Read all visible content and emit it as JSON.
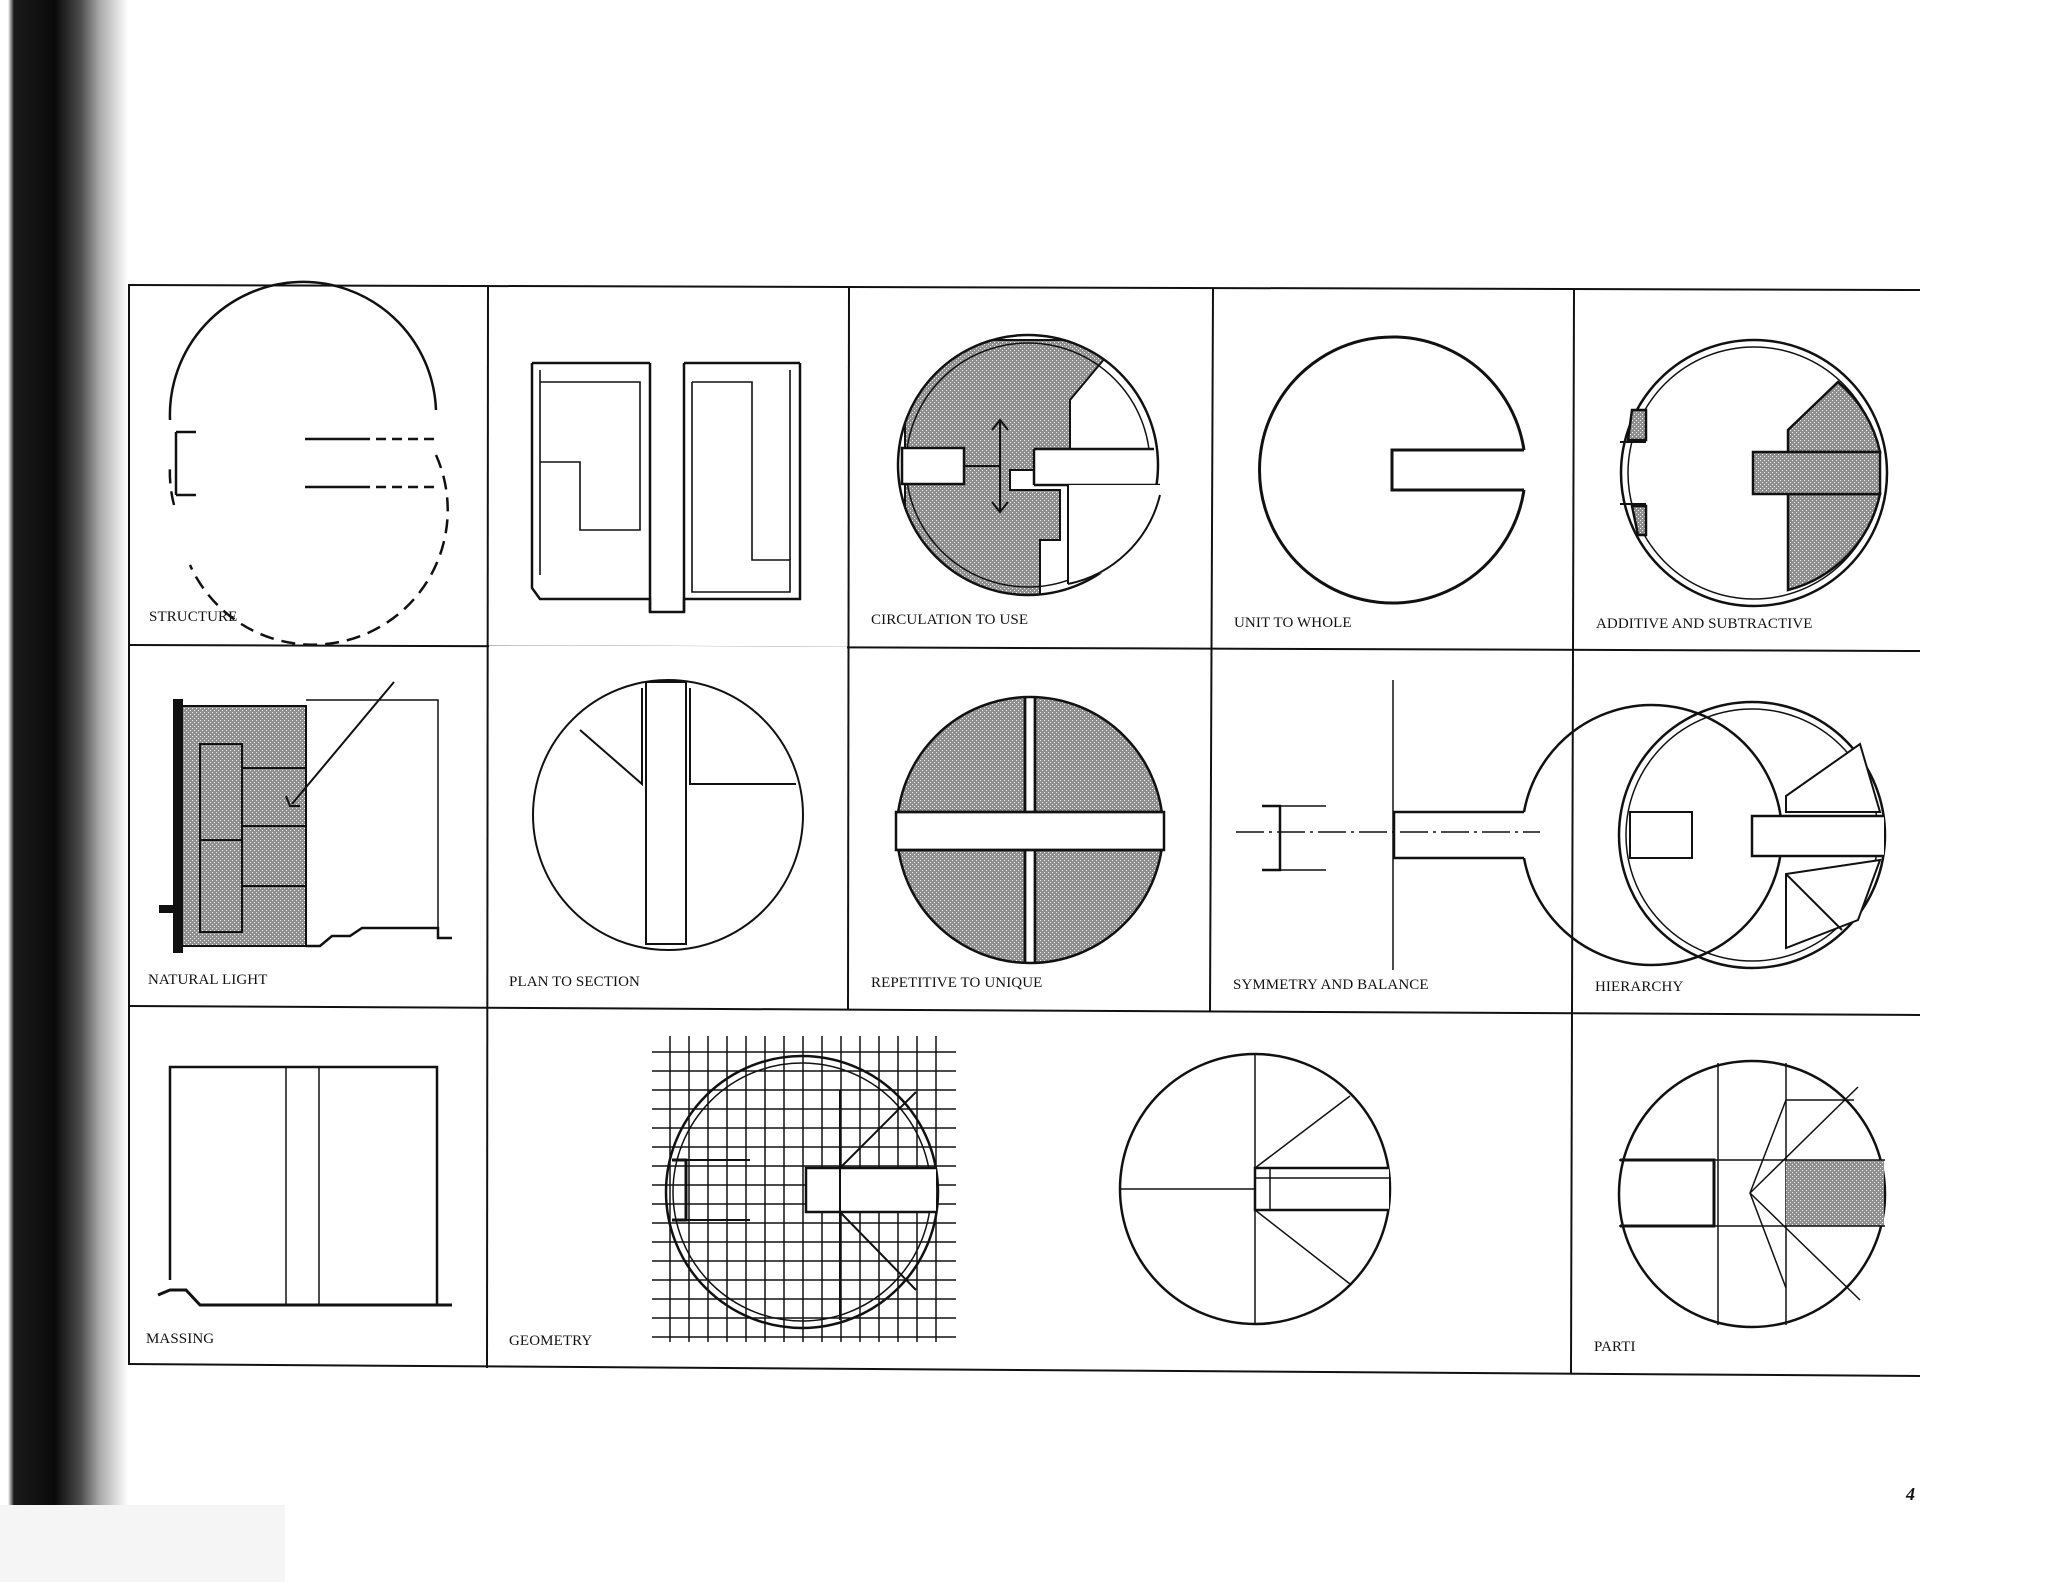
{
  "labels": {
    "structure": "STRUCTURE",
    "plan_to_section": "PLAN TO SECTION",
    "circulation_to_use": "CIRCULATION TO USE",
    "unit_to_whole": "UNIT TO WHOLE",
    "additive_and_subtractive": "ADDITIVE AND SUBTRACTIVE",
    "natural_light": "NATURAL LIGHT",
    "repetitive_to_unique": "REPETITIVE TO UNIQUE",
    "symmetry_and_balance": "SYMMETRY AND BALANCE",
    "hierarchy": "HIERARCHY",
    "massing": "MASSING",
    "geometry": "GEOMETRY",
    "parti": "PARTI"
  },
  "page_number": "4",
  "colors": {
    "ink": "#111111",
    "hatch": "#8a8a8a",
    "paper": "#ffffff"
  }
}
